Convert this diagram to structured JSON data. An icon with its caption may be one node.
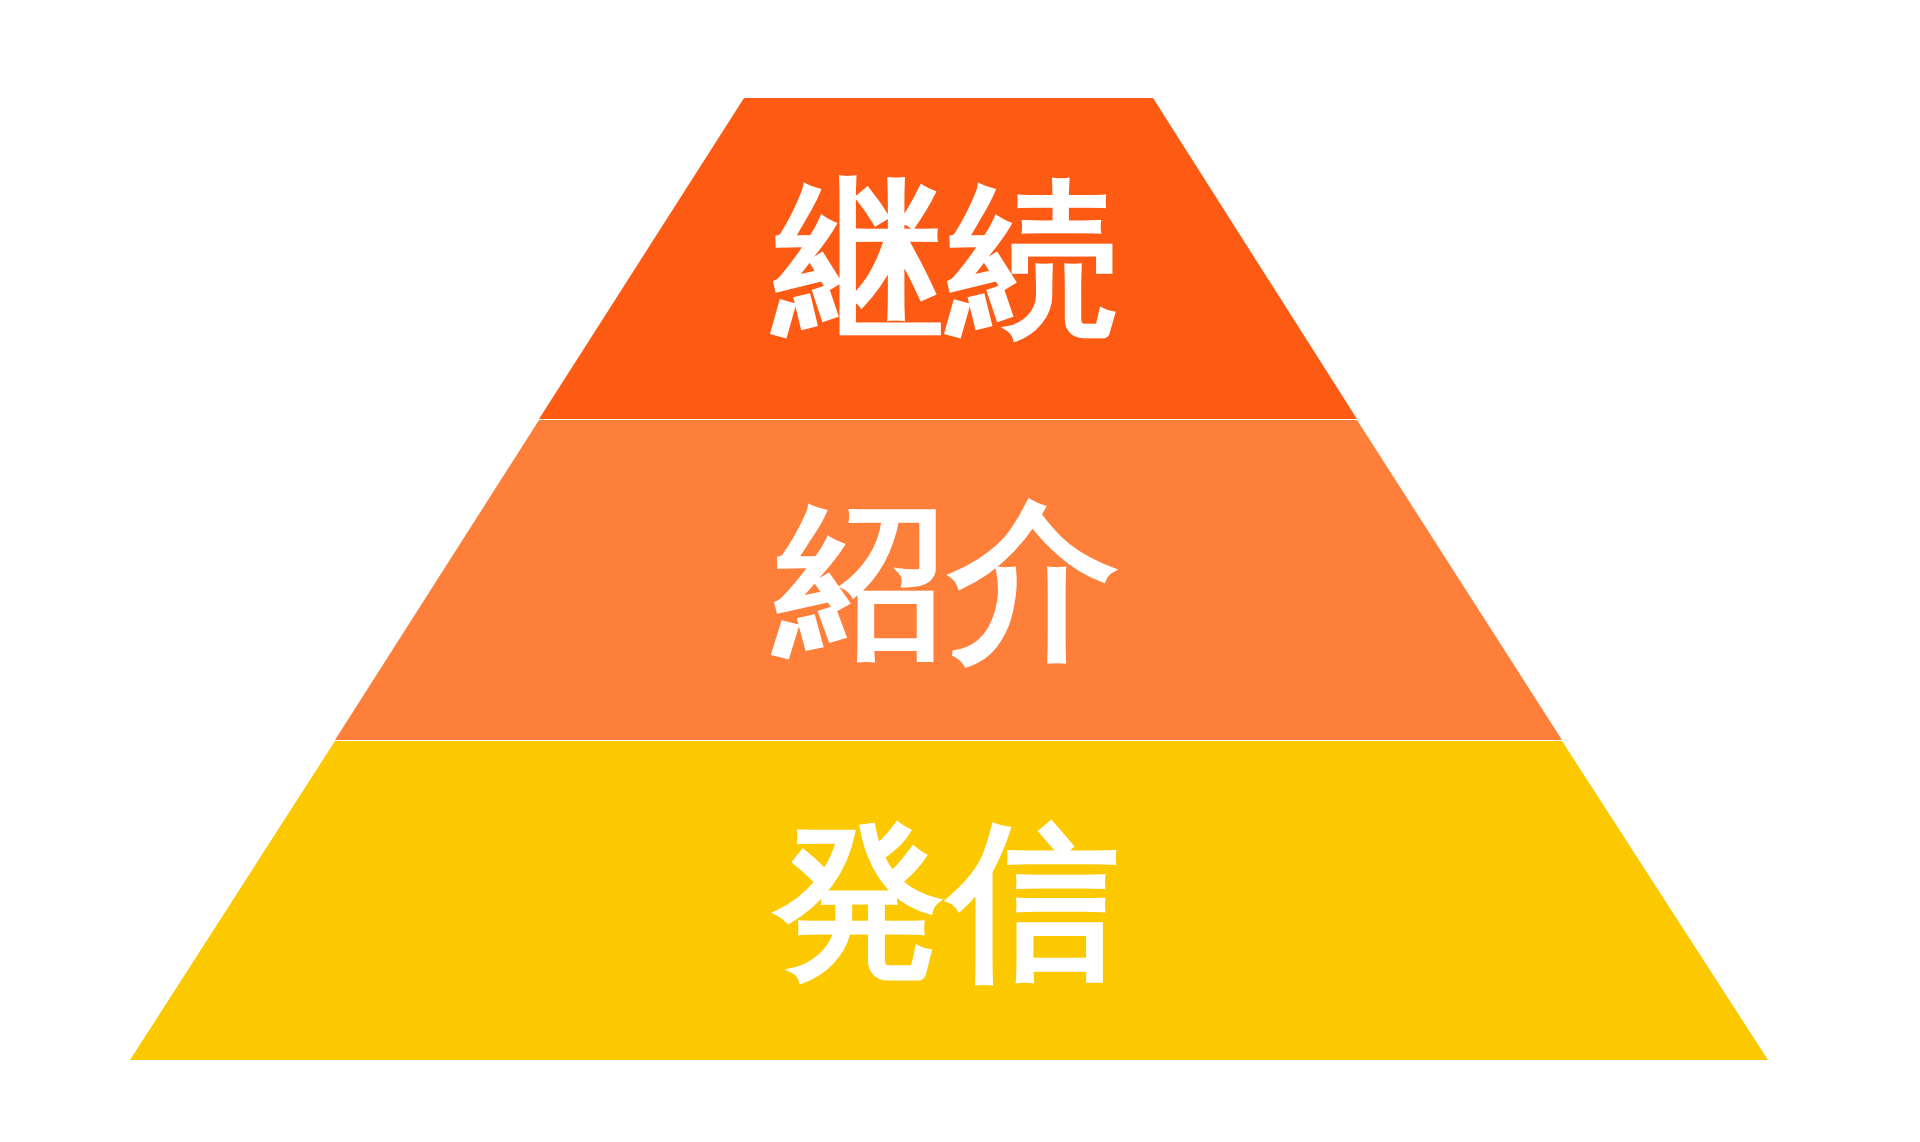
{
  "diagram": {
    "nodes": [
      {
        "text": [
          "継続"
        ]
      },
      {
        "text": [
          "紹介"
        ]
      },
      {
        "text": [
          "発信"
        ]
      }
    ]
  }
}
